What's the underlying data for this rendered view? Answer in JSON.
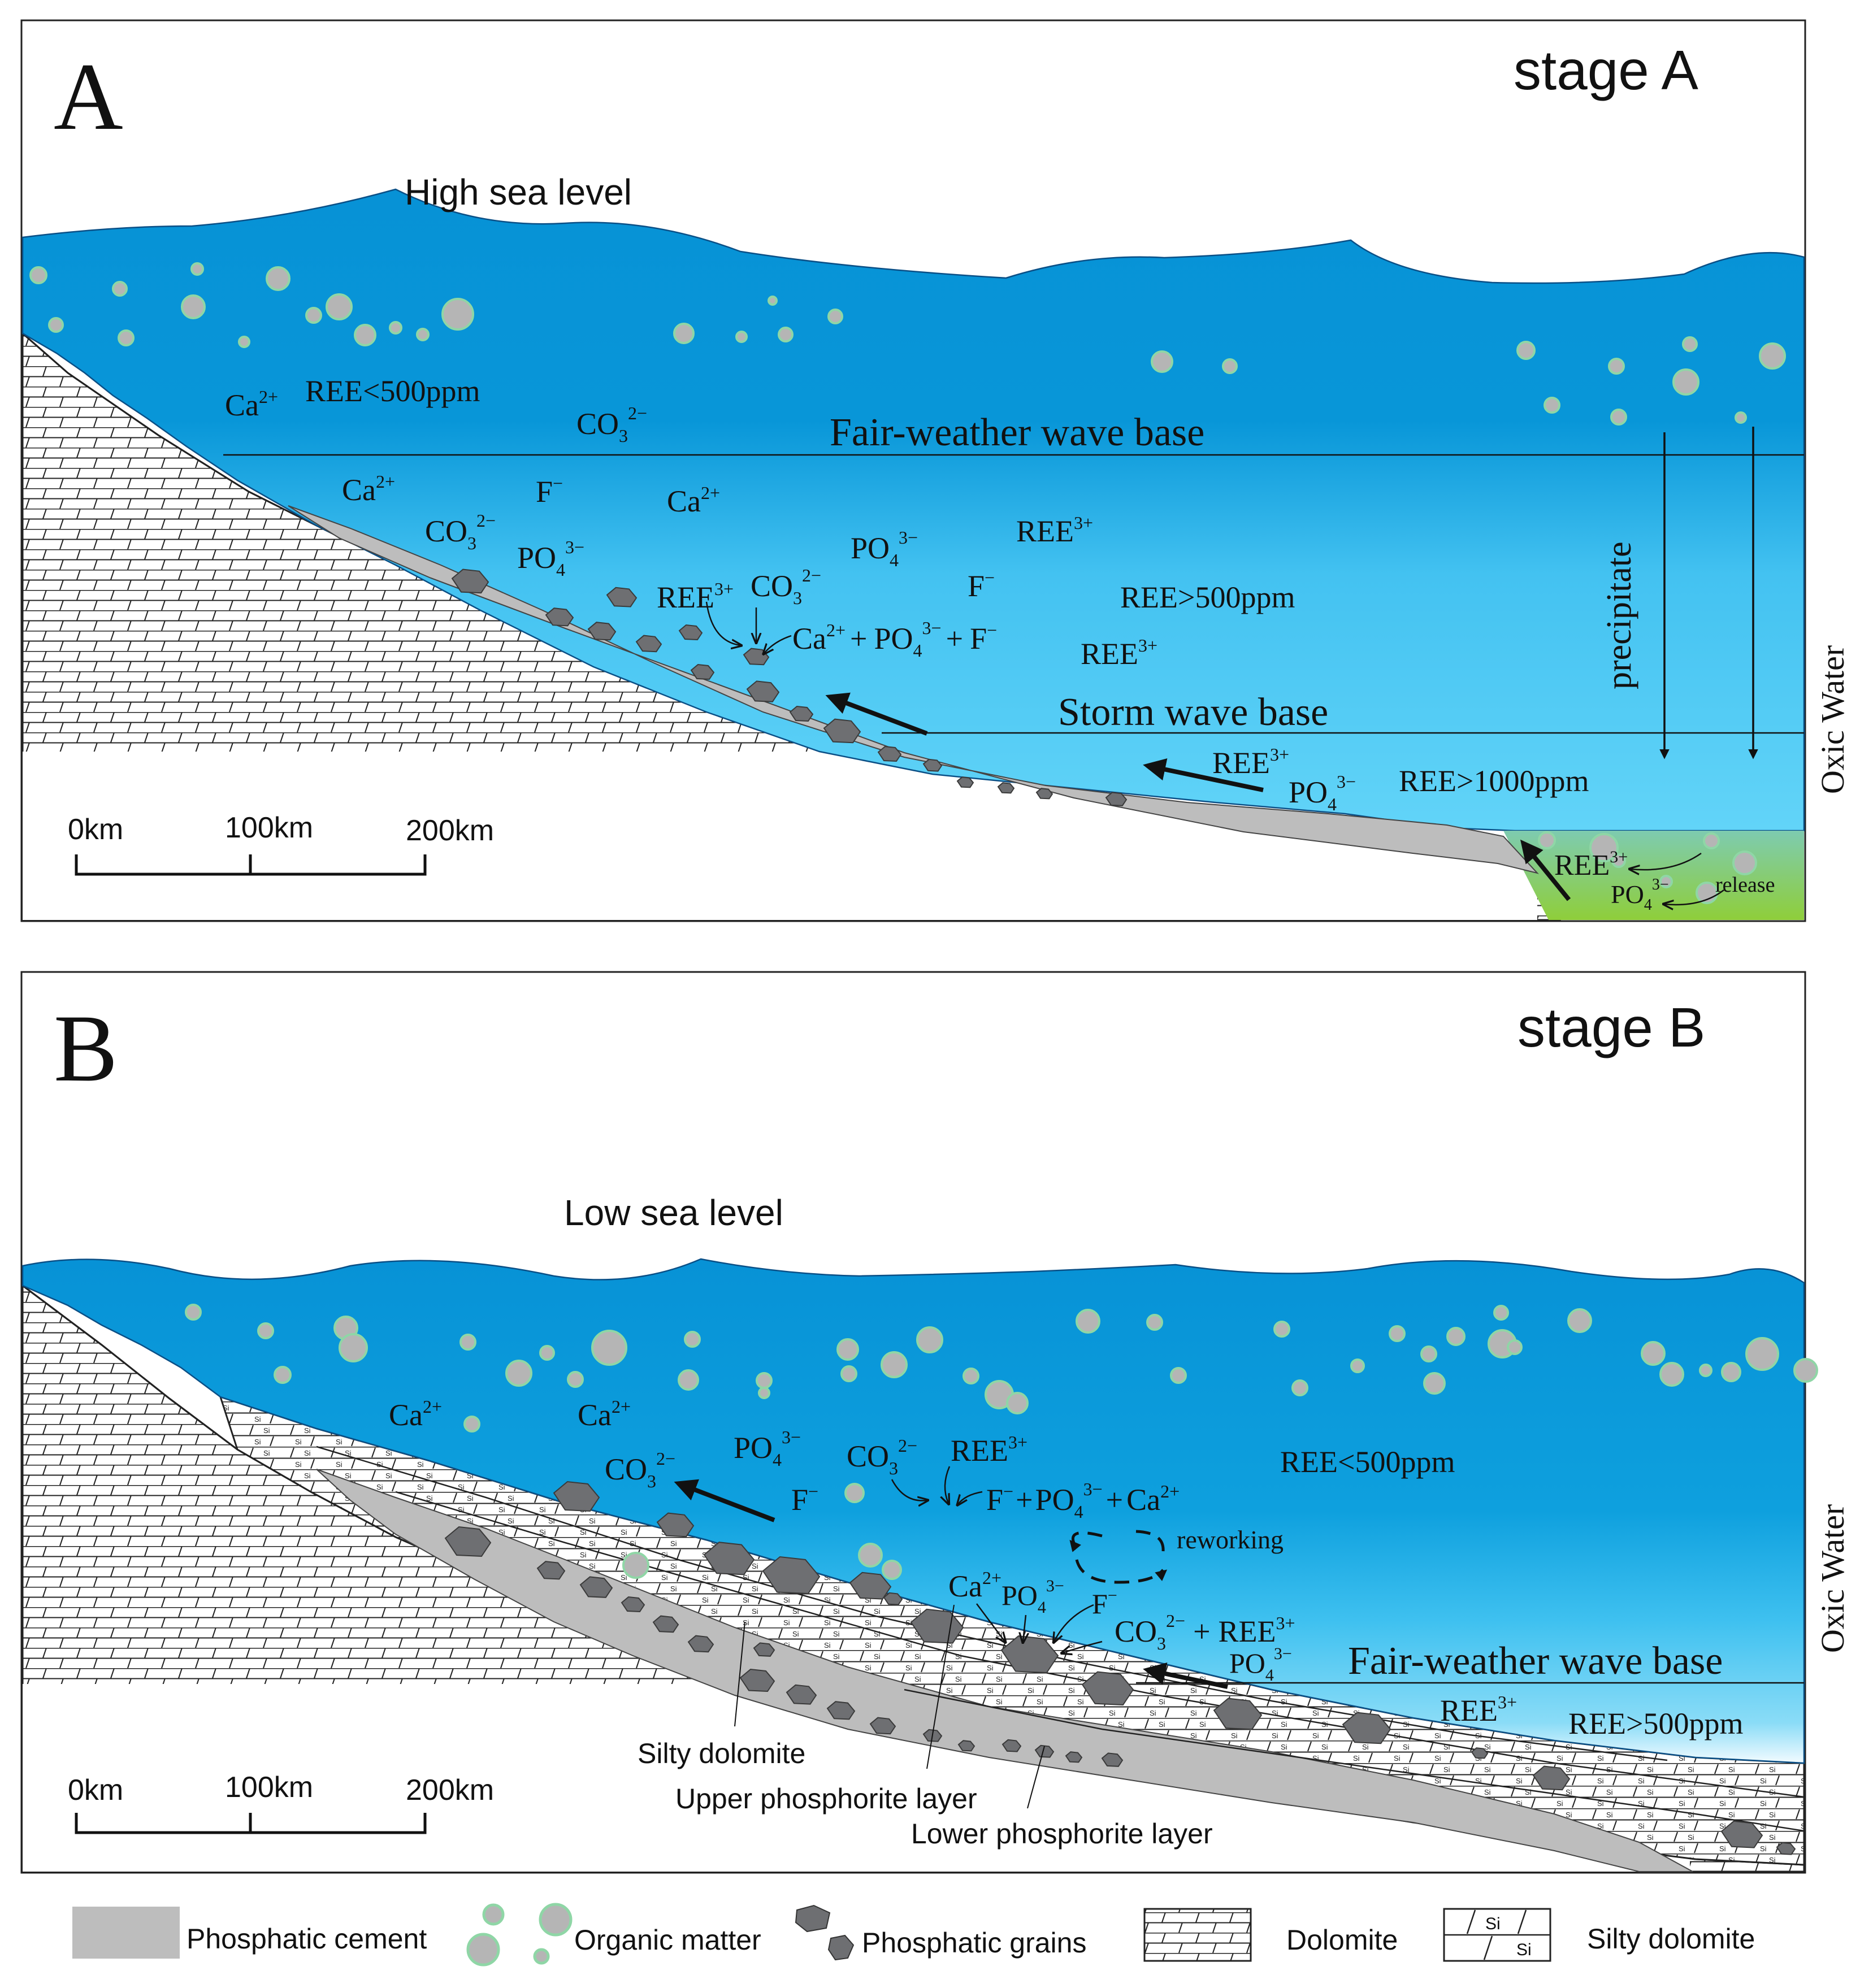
{
  "panel_a": {
    "letter": "A",
    "stage": "stage A",
    "sea_level": "High sea level",
    "fair_weather": "Fair-weather wave base",
    "storm": "Storm wave base",
    "precipitate": "precipitate",
    "oxic": "Oxic Water",
    "ree_lt500": "REE<500ppm",
    "ree_gt500": "REE>500ppm",
    "ree_gt1000": "REE>1000ppm",
    "release": "release",
    "ions": {
      "ca": "Ca",
      "ca_sup": "2+",
      "co3": "CO",
      "co3_sub": "3",
      "co3_sup": "2−",
      "f": "F",
      "f_sup": "−",
      "po4": "PO",
      "po4_sub": "4",
      "po4_sup": "3−",
      "ree": "REE",
      "ree_sup": "3+",
      "plus": "+"
    },
    "scale": {
      "zero": "0km",
      "mid": "100km",
      "end": "200km"
    }
  },
  "panel_b": {
    "letter": "B",
    "stage": "stage B",
    "sea_level": "Low sea level",
    "fair_weather": "Fair-weather wave base",
    "oxic": "Oxic Water",
    "ree_lt500": "REE<500ppm",
    "ree_gt500": "REE>500ppm",
    "reworking": "reworking",
    "callouts": {
      "silty": "Silty dolomite",
      "upper": "Upper phosphorite layer",
      "lower": "Lower phosphorite layer"
    },
    "scale": {
      "zero": "0km",
      "mid": "100km",
      "end": "200km"
    }
  },
  "legend": {
    "cement": "Phosphatic cement",
    "organic": "Organic matter",
    "grains": "Phosphatic grains",
    "dolomite": "Dolomite",
    "silty": "Silty dolomite",
    "si": "Si"
  },
  "colors": {
    "deep_blue": "#0792d6",
    "light_blue": "#5fd2f7",
    "green": "#9fd44a",
    "cement": "#bcbcbc",
    "grain": "#6e6f72",
    "organic_fill": "#b5b5b5",
    "organic_ring": "#8fd6a6"
  }
}
